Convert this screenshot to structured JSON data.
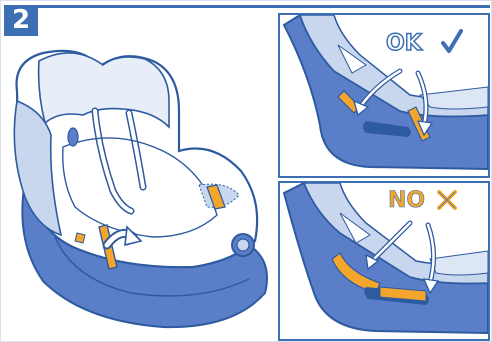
{
  "step": {
    "number": "2"
  },
  "panels": {
    "correct": {
      "label": "OK"
    },
    "incorrect": {
      "label": "NO"
    }
  },
  "colors": {
    "blue_outline": "#3d6fb4",
    "blue_fill": "#5a7fc8",
    "blue_light": "#c8d6ee",
    "orange": "#f4a62c",
    "white": "#ffffff"
  },
  "icons": [
    "check-icon",
    "cross-icon",
    "arrow-icon",
    "car-seat-illustration"
  ]
}
